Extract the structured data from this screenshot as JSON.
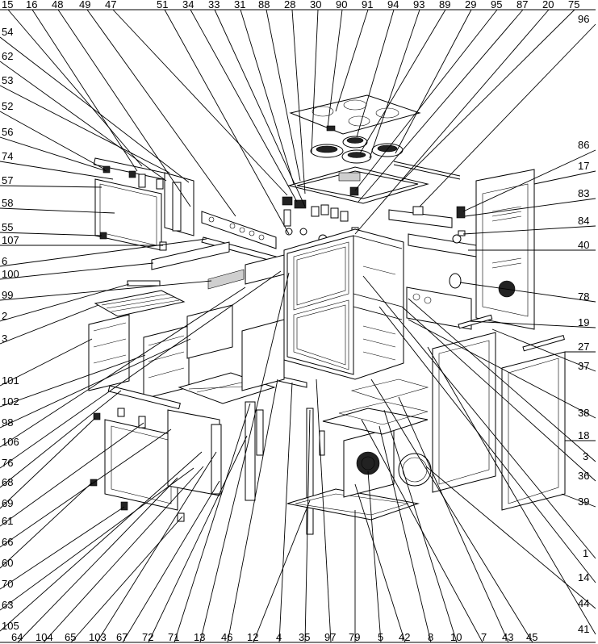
{
  "diagram": {
    "top_labels": [
      "15",
      "16",
      "48",
      "49",
      "47",
      "51",
      "34",
      "33",
      "31",
      "88",
      "28",
      "30",
      "90",
      "91",
      "94",
      "93",
      "89",
      "29",
      "95",
      "87",
      "20",
      "75"
    ],
    "left_labels": [
      "54",
      "62",
      "53",
      "52",
      "56",
      "74",
      "57",
      "58",
      "55",
      "107",
      "6",
      "100",
      "99",
      "2",
      "3",
      "101",
      "102",
      "98",
      "106",
      "76",
      "68",
      "69",
      "61",
      "66",
      "60",
      "70",
      "63",
      "105"
    ],
    "right_labels": [
      "96",
      "86",
      "17",
      "83",
      "84",
      "40",
      "78",
      "19",
      "27",
      "37",
      "38",
      "18",
      "3",
      "36",
      "39",
      "1",
      "14",
      "44",
      "41"
    ],
    "bottom_labels": [
      "64",
      "104",
      "65",
      "103",
      "67",
      "72",
      "71",
      "13",
      "46",
      "12",
      "4",
      "35",
      "97",
      "79",
      "5",
      "42",
      "8",
      "10",
      "7",
      "43",
      "45"
    ]
  }
}
